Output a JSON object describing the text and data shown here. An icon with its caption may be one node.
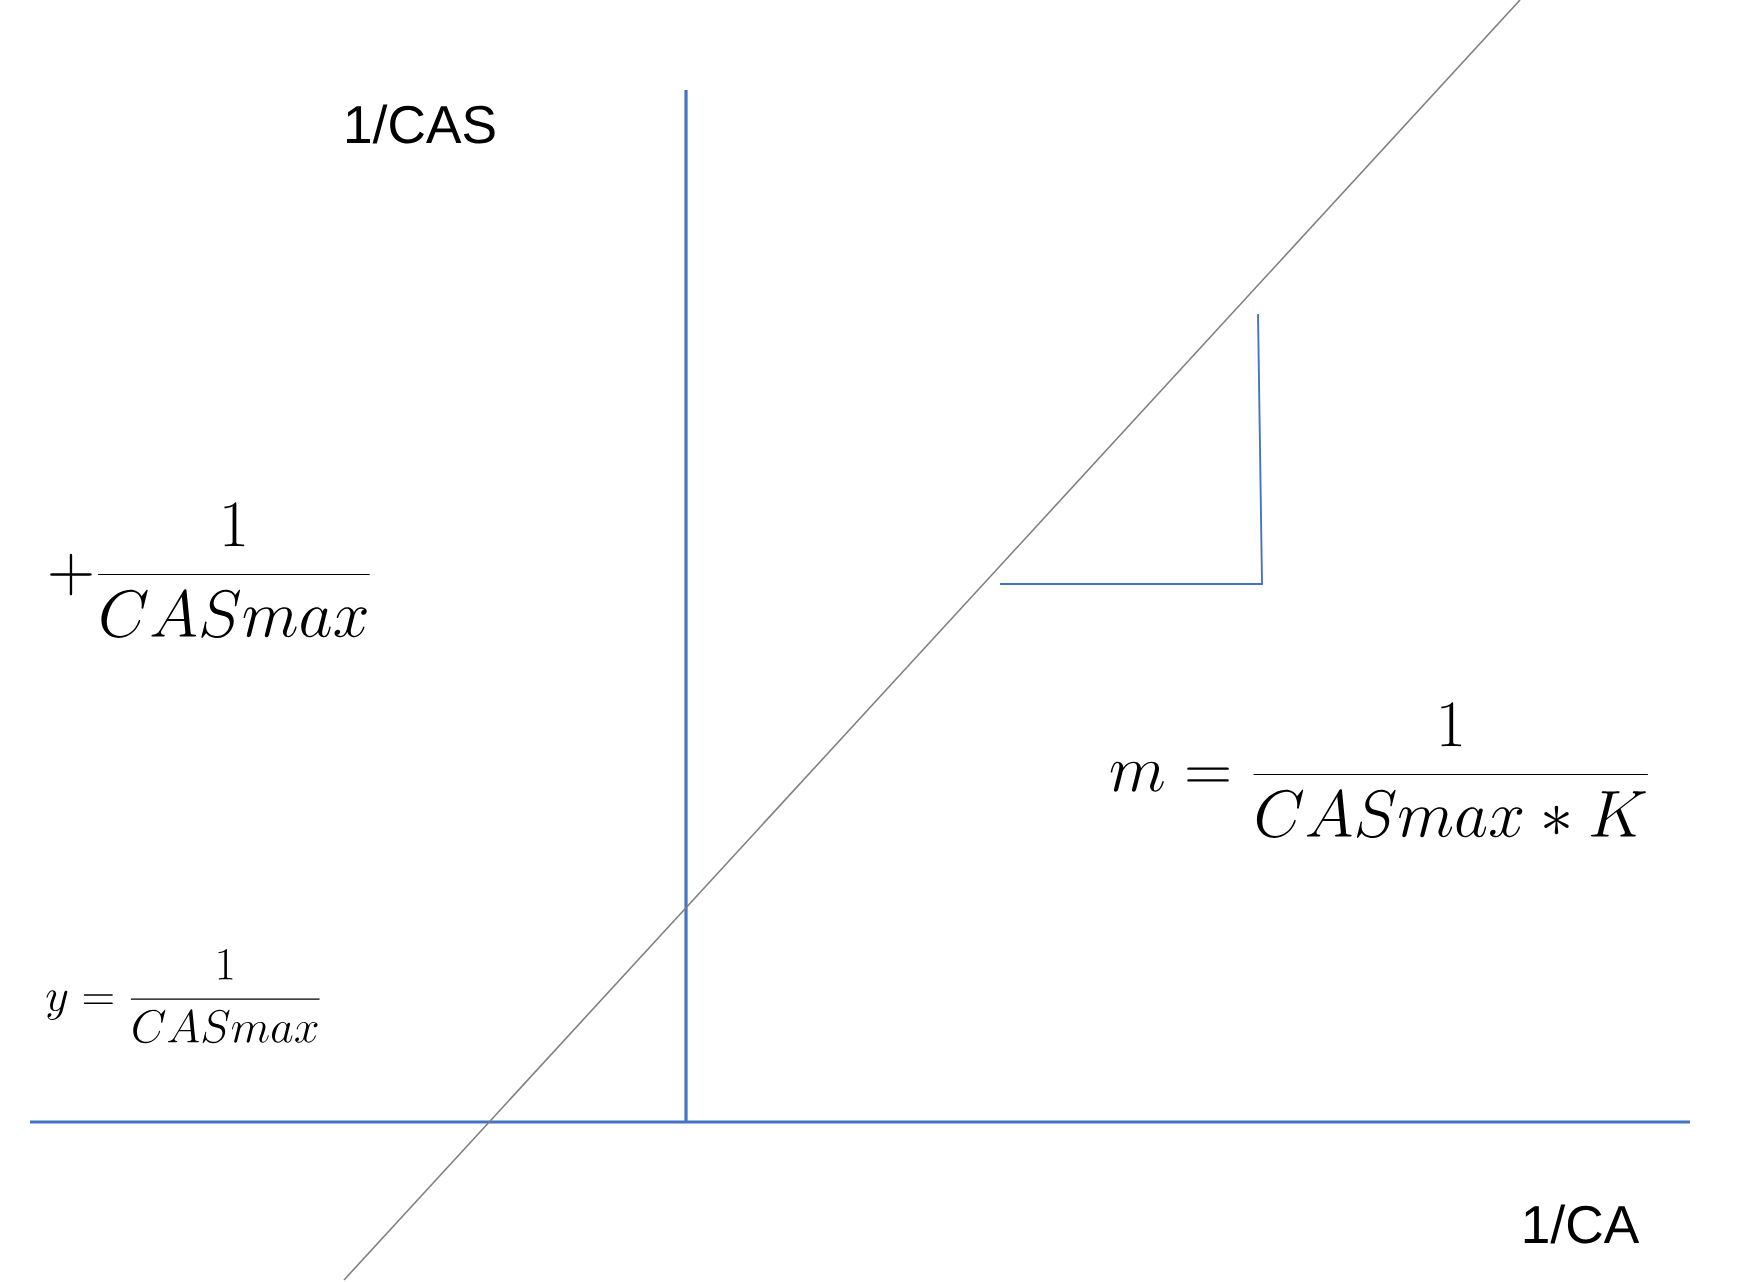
{
  "diagram": {
    "labels": [
      "1/CAS",
      "+\\frac{1}{CASmax}",
      "m=\\frac{1}{CASmax*K}",
      "y=\\frac{1}{CASmax}",
      "1/CA"
    ]
  }
}
